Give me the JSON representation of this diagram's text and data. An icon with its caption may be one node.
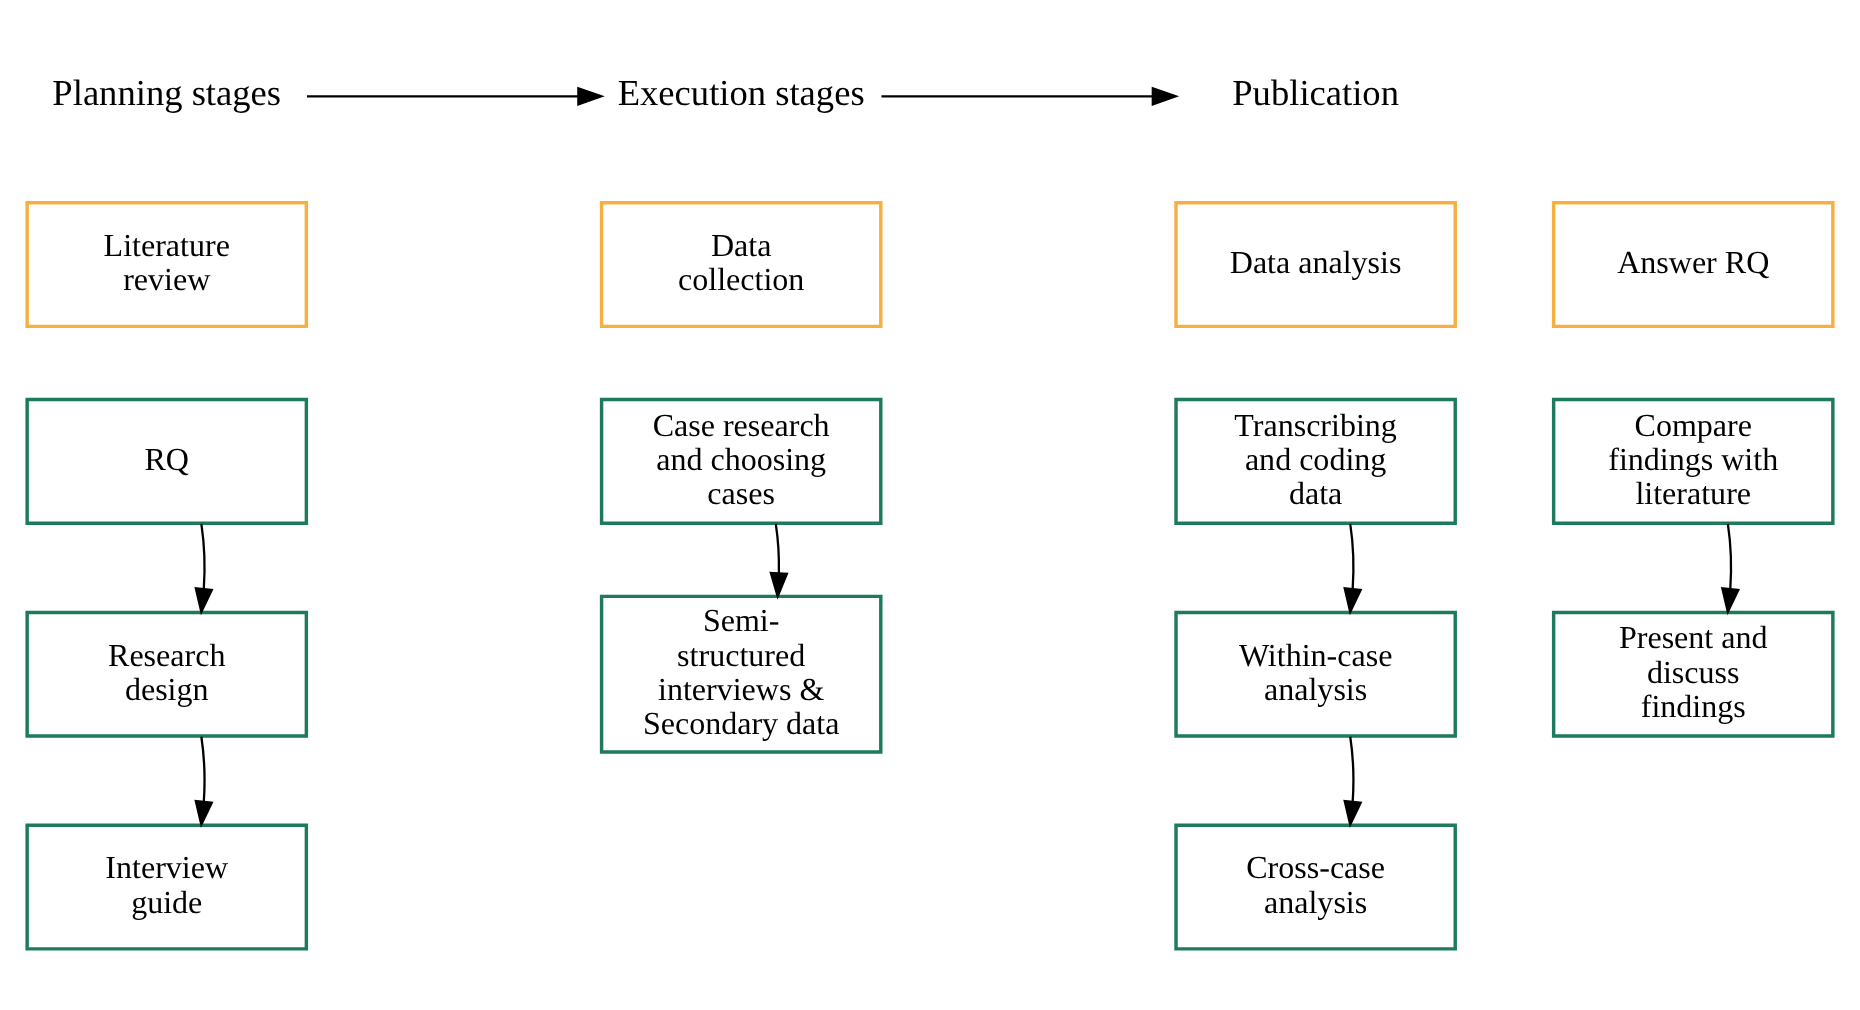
{
  "diagram": {
    "nodes": [
      {
        "text": [
          "Planning stages"
        ]
      },
      {
        "text": [
          "Execution stages"
        ]
      },
      {
        "text": [
          "Publication"
        ]
      },
      {
        "text": [
          "Literature review"
        ]
      },
      {
        "text": [
          "Data collection"
        ]
      },
      {
        "text": [
          "Data analysis"
        ]
      },
      {
        "text": [
          "Answer RQ"
        ]
      },
      {
        "text": [
          "RQ"
        ]
      },
      {
        "text": [
          "Research design"
        ]
      },
      {
        "text": [
          "Interview guide"
        ]
      },
      {
        "text": [
          "Case research and choosing cases"
        ]
      },
      {
        "text": [
          "Semi-structured interviews & Secondary data"
        ]
      },
      {
        "text": [
          "Transcribing and coding data"
        ]
      },
      {
        "text": [
          "Within-case analysis"
        ]
      },
      {
        "text": [
          "Cross-case analysis"
        ]
      },
      {
        "text": [
          "Compare findings with literature"
        ]
      },
      {
        "text": [
          "Present and discuss findings"
        ]
      }
    ],
    "edges": [
      {
        "from": 0,
        "to": 1,
        "arrow": "to"
      },
      {
        "from": 1,
        "to": 2,
        "arrow": "to"
      },
      {
        "from": 7,
        "to": 8,
        "arrow": "to"
      },
      {
        "from": 8,
        "to": 9,
        "arrow": "to"
      },
      {
        "from": 10,
        "to": 11,
        "arrow": "to"
      },
      {
        "from": 12,
        "to": 13,
        "arrow": "to"
      },
      {
        "from": 13,
        "to": 14,
        "arrow": "to"
      },
      {
        "from": 15,
        "to": 16,
        "arrow": "to"
      }
    ]
  }
}
